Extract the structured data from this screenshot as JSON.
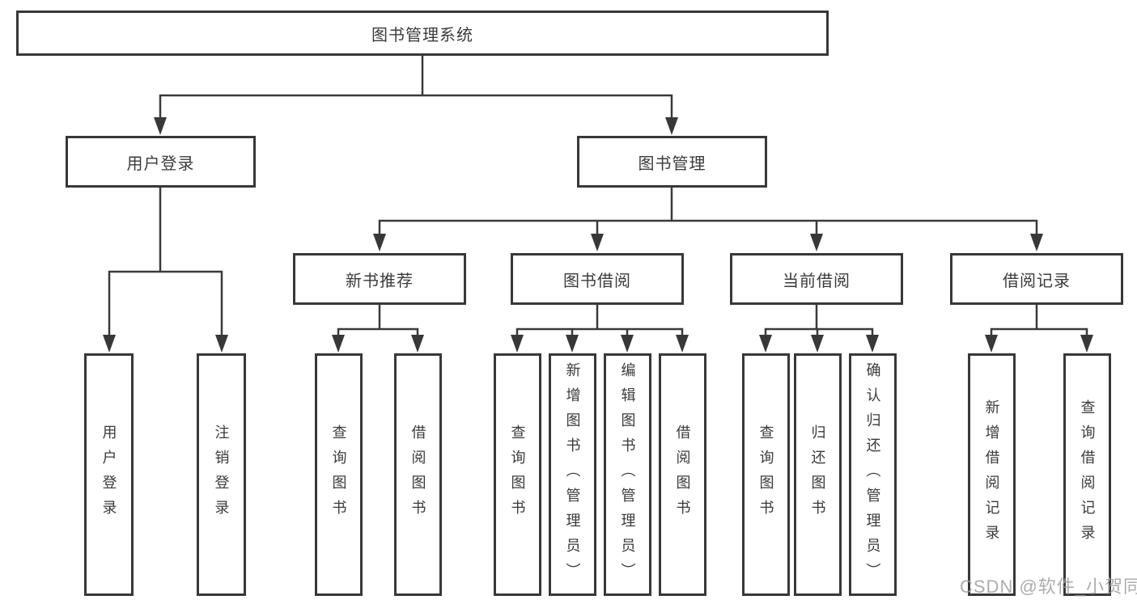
{
  "diagram": {
    "root": "图书管理系统",
    "user_login": {
      "label": "用户登录",
      "children": [
        "用户登录",
        "注销登录"
      ]
    },
    "book_management": {
      "label": "图书管理",
      "sections": [
        {
          "label": "新书推荐",
          "children": [
            "查询图书",
            "借阅图书"
          ]
        },
        {
          "label": "图书借阅",
          "children": [
            "查询图书",
            "新增图书（管理员）",
            "编辑图书（管理员）",
            "借阅图书"
          ]
        },
        {
          "label": "当前借阅",
          "children": [
            "查询图书",
            "归还图书",
            "确认归还（管理员）"
          ]
        },
        {
          "label": "借阅记录",
          "children": [
            "新增借阅记录",
            "查询借阅记录"
          ]
        }
      ]
    },
    "watermark": "CSDN @软件_小贺同学",
    "colors": {
      "line": "#3a3a3a",
      "box_border": "#383838",
      "text": "#3b3b3b",
      "watermark": "#9e9e9e",
      "background": "#ffffff"
    }
  }
}
